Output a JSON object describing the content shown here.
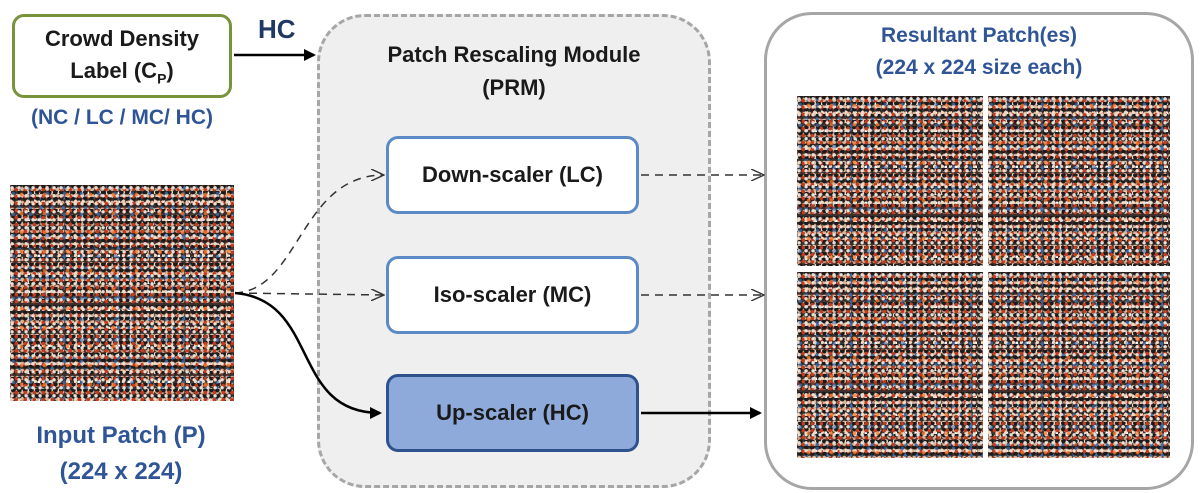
{
  "label_box": {
    "line1": "Crowd Density",
    "line2": "Label (C",
    "line2_sub": "P",
    "line2_end": ")",
    "options": "(NC / LC / MC/ HC)"
  },
  "hc_arrow_label": "HC",
  "prm": {
    "title_line1": "Patch Rescaling Module",
    "title_line2": "(PRM)",
    "scalers": [
      {
        "label": "Down-scaler (LC)"
      },
      {
        "label": "Iso-scaler (MC)"
      },
      {
        "label": "Up-scaler (HC)"
      }
    ]
  },
  "input": {
    "title_line1": "Input Patch (P)",
    "title_line2": "(224 x 224)"
  },
  "result": {
    "title_line1": "Resultant Patch(es)",
    "title_line2": "(224 x 224 size each)"
  },
  "colors": {
    "label_border": "#77933c",
    "blue_text": "#2f5597",
    "scaler_border": "#5b8ac6",
    "upscaler_fill": "#8eaadb",
    "prm_fill": "#efefef"
  }
}
